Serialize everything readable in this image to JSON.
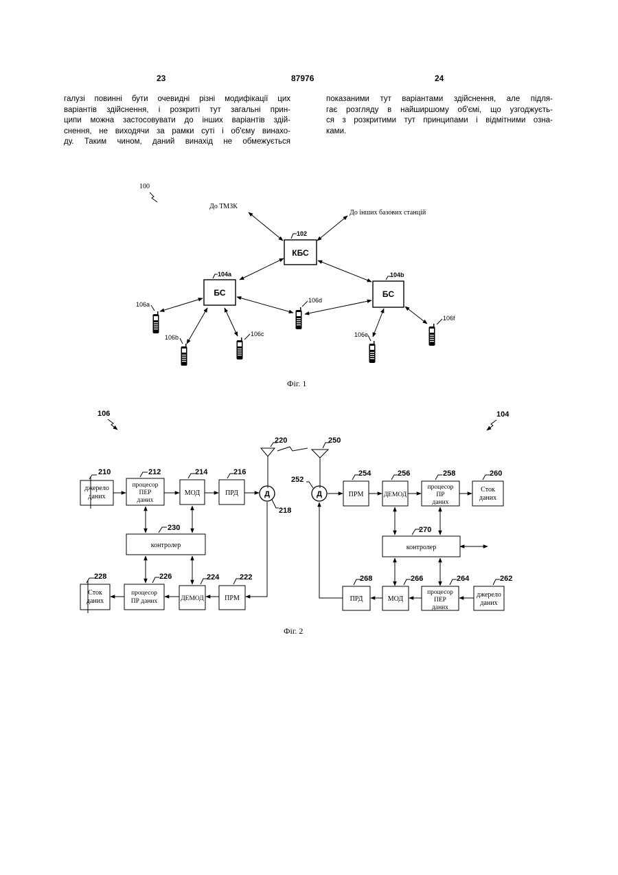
{
  "header": {
    "page_left": "23",
    "doc_number": "87976",
    "page_right": "24"
  },
  "text": {
    "left_lines": [
      "галузі повинні бути очевидні різні модифікації цих",
      "варіантів здійснення, і розкриті тут загальні прин-",
      "ципи можна застосовувати до інших варіантів здій-",
      "снення, не виходячи за рамки суті і об'єму винахо-",
      "ду. Таким чином, даний винахід не обмежується"
    ],
    "right_lines": [
      "показаними тут варіантами здійснення, але підля-",
      "гає розгляду в найширшому об'ємі, що узгоджуєть-",
      "ся з розкритими тут принципами і відмітними озна-",
      "ками."
    ]
  },
  "fig1": {
    "caption": "Фіг. 1",
    "system_ref": "100",
    "to_pstn": "До ТМЗК",
    "to_other_bs": "До інших базових станцій",
    "bsc_label": "КБС",
    "bsc_ref": "102",
    "bs_label": "БС",
    "bs_a_ref": "104a",
    "bs_b_ref": "104b",
    "terminals": {
      "a": "106a",
      "b": "106b",
      "c": "106c",
      "d": "106d",
      "e": "106e",
      "f": "106f"
    }
  },
  "fig2": {
    "caption": "Фіг. 2",
    "terminal_ref": "106",
    "bs_ref": "104",
    "antenna_left_ref": "220",
    "antenna_right_ref": "250",
    "duplexer_label": "Д",
    "left": {
      "source": {
        "ref": "210",
        "line1": "джерело",
        "line2": "даних"
      },
      "tx_proc": {
        "ref": "212",
        "line1": "процесор",
        "line2": "ПЕР",
        "line3": "даних"
      },
      "mod": {
        "ref": "214",
        "label": "МОД"
      },
      "tx": {
        "ref": "216",
        "label": "ПРД"
      },
      "duplexer_ref": "218",
      "controller": {
        "ref": "230",
        "label": "контролер"
      },
      "sink": {
        "ref": "228",
        "line1": "Сток",
        "line2": "даних"
      },
      "rx_proc": {
        "ref": "226",
        "line1": "процесор",
        "line2": "ПР даних"
      },
      "demod": {
        "ref": "224",
        "label": "ДЕМОД"
      },
      "rx": {
        "ref": "222",
        "label": "ПРМ"
      }
    },
    "right": {
      "duplexer_ref": "252",
      "rx": {
        "ref": "254",
        "label": "ПРМ"
      },
      "demod": {
        "ref": "256",
        "label": "ДЕМОД"
      },
      "rx_proc": {
        "ref": "258",
        "line1": "процесор",
        "line2": "ПР",
        "line3": "даних"
      },
      "sink": {
        "ref": "260",
        "line1": "Сток",
        "line2": "даних"
      },
      "controller": {
        "ref": "270",
        "label": "контролер"
      },
      "tx": {
        "ref": "268",
        "label": "ПРД"
      },
      "mod": {
        "ref": "266",
        "label": "МОД"
      },
      "tx_proc": {
        "ref": "264",
        "line1": "процесор",
        "line2": "ПЕР",
        "line3": "даних"
      },
      "source": {
        "ref": "262",
        "line1": "джерело",
        "line2": "даних"
      }
    }
  }
}
